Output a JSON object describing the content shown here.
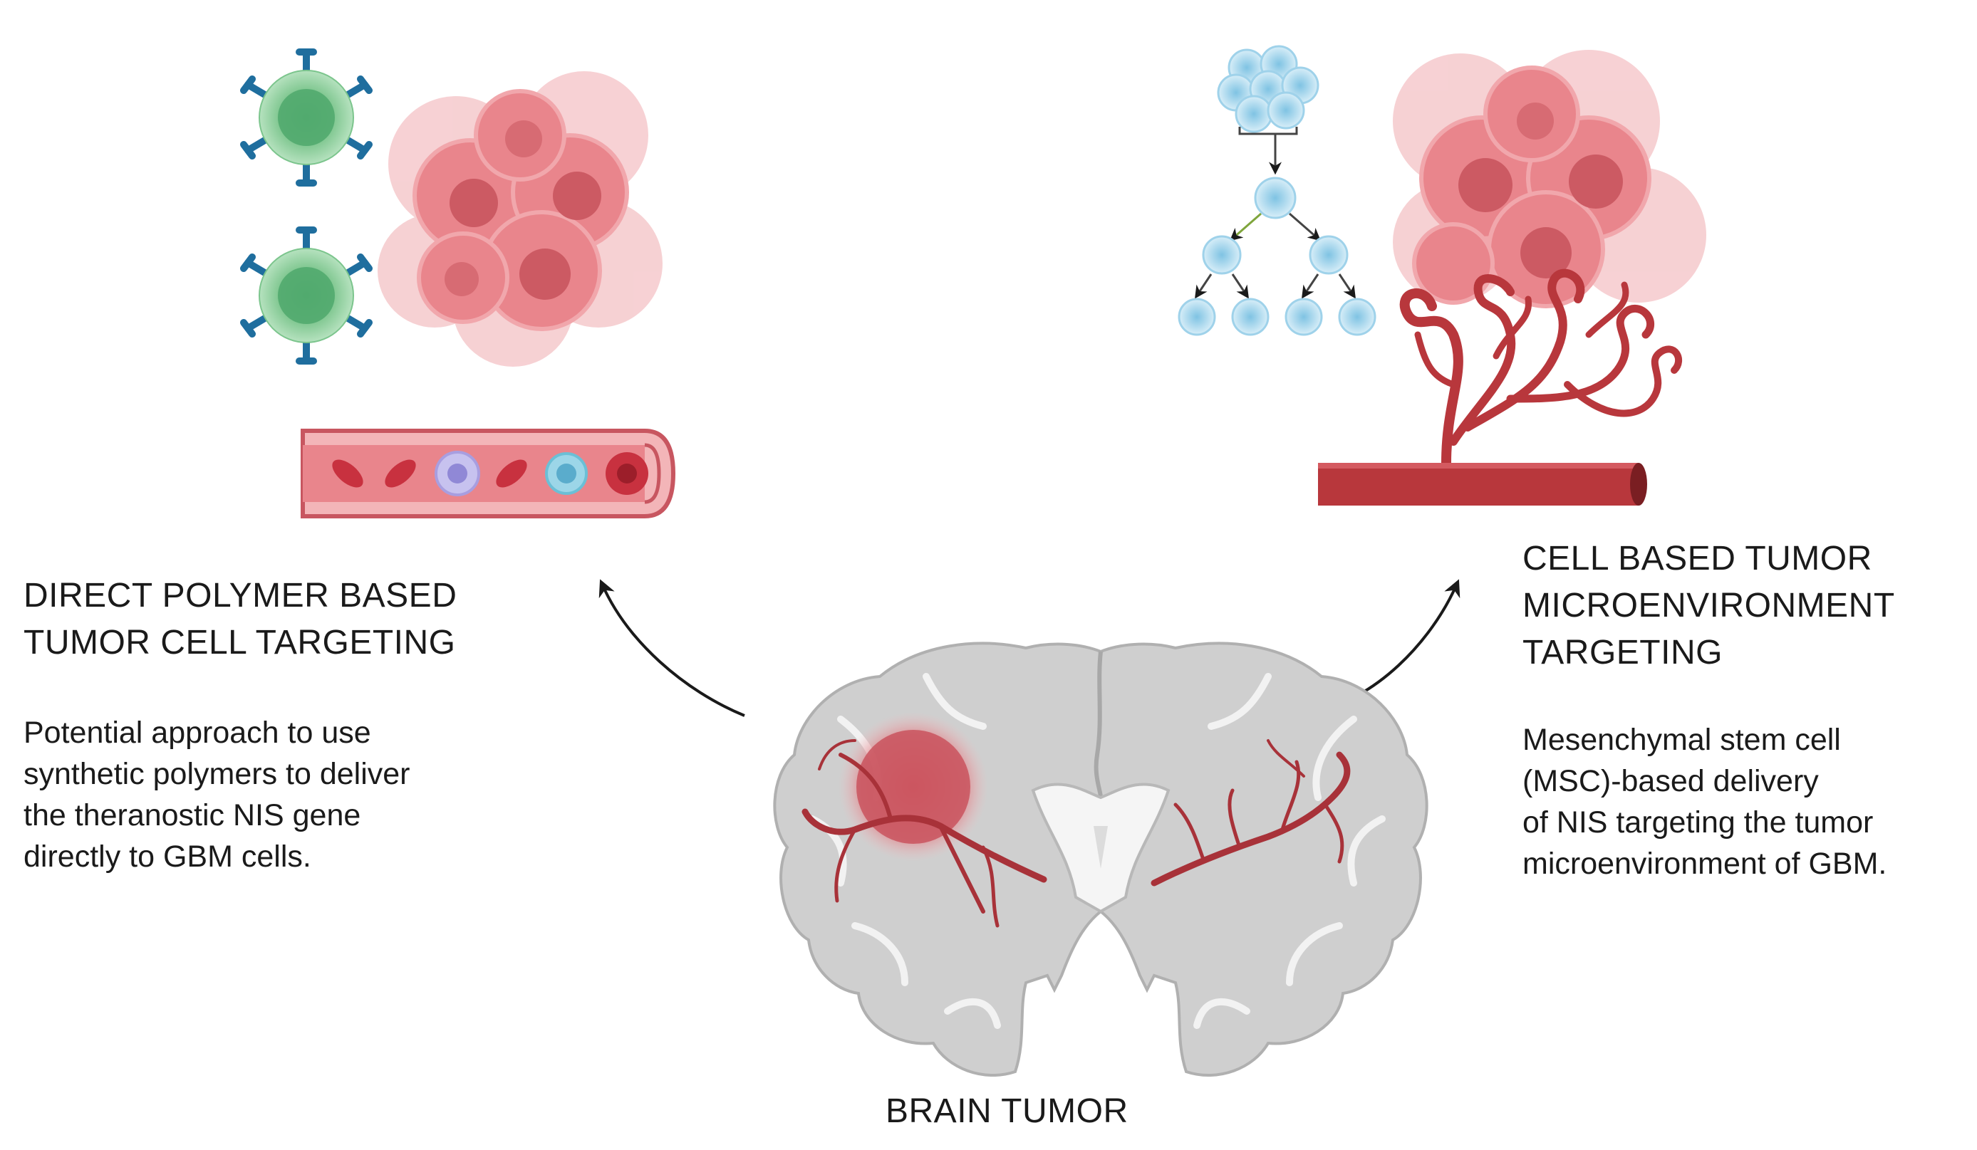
{
  "left_panel": {
    "heading_lines": [
      "DIRECT POLYMER BASED",
      "TUMOR CELL TARGETING"
    ],
    "description_lines": [
      "Potential approach to use",
      "synthetic polymers to deliver",
      "the theranostic NIS gene",
      "directly to GBM cells."
    ]
  },
  "right_panel": {
    "heading_lines": [
      "CELL BASED TUMOR",
      "MICROENVIRONMENT",
      "TARGETING"
    ],
    "description_lines": [
      "Mesenchymal stem cell",
      "(MSC)-based delivery",
      "of NIS targeting the tumor",
      "microenvironment of GBM."
    ]
  },
  "center": {
    "caption": "BRAIN TUMOR"
  },
  "colors": {
    "tumor_cell": "#e5777f",
    "tumor_nucleus": "#c9545e",
    "vessel": "#b8373c",
    "brain_gray": "#cfcfcf",
    "brain_outline": "#a9a9a9",
    "immune_cell": "#8fcf9c",
    "receptor": "#1f6e9e",
    "stem_cell": "#b6def0",
    "arrow": "#1a1a1a"
  }
}
